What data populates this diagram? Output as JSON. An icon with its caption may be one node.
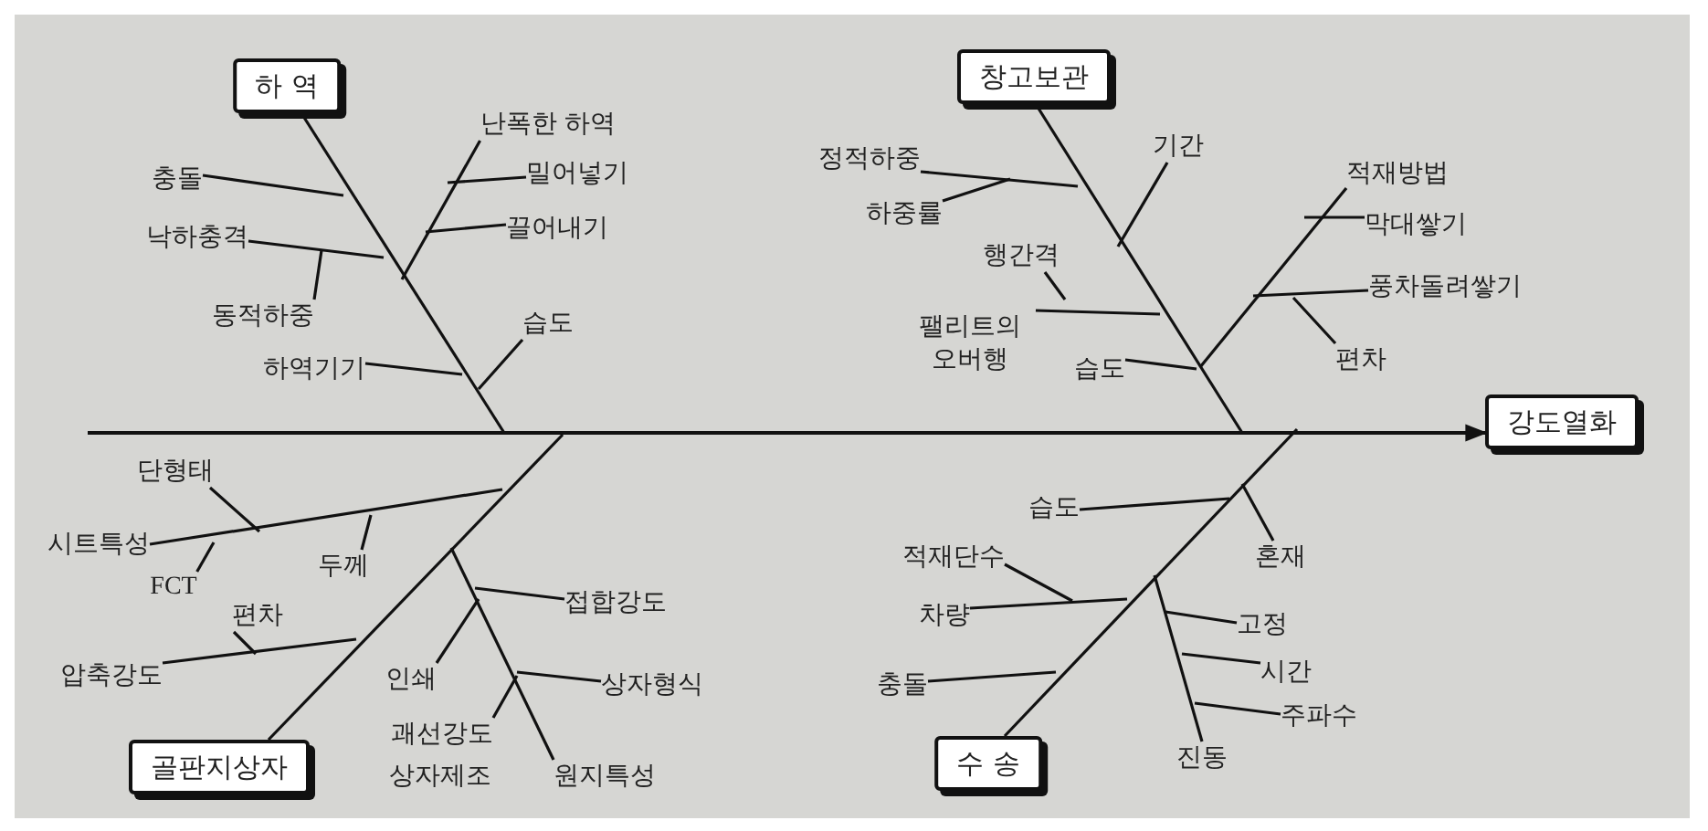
{
  "diagram": {
    "nodes": [
      {
        "text": [
          "하 역"
        ]
      },
      {
        "text": [
          "충돌"
        ]
      },
      {
        "text": [
          "난폭한 하역"
        ]
      },
      {
        "text": [
          "밀어넣기"
        ]
      },
      {
        "text": [
          "끌어내기"
        ]
      },
      {
        "text": [
          "낙하충격"
        ]
      },
      {
        "text": [
          "동적하중"
        ]
      },
      {
        "text": [
          "습도"
        ]
      },
      {
        "text": [
          "하역기기"
        ]
      },
      {
        "text": [
          "창고보관"
        ]
      },
      {
        "text": [
          "정적하중"
        ]
      },
      {
        "text": [
          "하중률"
        ]
      },
      {
        "text": [
          "기간"
        ]
      },
      {
        "text": [
          "행간격"
        ]
      },
      {
        "text": [
          "팰리트의 오버행"
        ]
      },
      {
        "text": [
          "습도"
        ]
      },
      {
        "text": [
          "적재방법"
        ]
      },
      {
        "text": [
          "막대쌓기"
        ]
      },
      {
        "text": [
          "풍차돌려쌓기"
        ]
      },
      {
        "text": [
          "편차"
        ]
      },
      {
        "text": [
          "강도열화"
        ]
      },
      {
        "text": [
          "단형태"
        ]
      },
      {
        "text": [
          "시트특성"
        ]
      },
      {
        "text": [
          "FCT"
        ]
      },
      {
        "text": [
          "두께"
        ]
      },
      {
        "text": [
          "편차"
        ]
      },
      {
        "text": [
          "압축강도"
        ]
      },
      {
        "text": [
          "접합강도"
        ]
      },
      {
        "text": [
          "인쇄"
        ]
      },
      {
        "text": [
          "상자형식"
        ]
      },
      {
        "text": [
          "괘선강도"
        ]
      },
      {
        "text": [
          "원지특성"
        ]
      },
      {
        "text": [
          "골판지상자"
        ]
      },
      {
        "text": [
          "습도"
        ]
      },
      {
        "text": [
          "혼재"
        ]
      },
      {
        "text": [
          "적재단수"
        ]
      },
      {
        "text": [
          "차량"
        ]
      },
      {
        "text": [
          "고정"
        ]
      },
      {
        "text": [
          "시간"
        ]
      },
      {
        "text": [
          "충돌"
        ]
      },
      {
        "text": [
          "주파수"
        ]
      },
      {
        "text": [
          "진동"
        ]
      },
      {
        "text": [
          "수 송"
        ]
      }
    ],
    "edges": [
      {
        "from": 0,
        "to": null,
        "arrow": "none"
      },
      {
        "from": 1,
        "to": null,
        "arrow": "none"
      },
      {
        "from": 2,
        "to": null,
        "arrow": "none"
      },
      {
        "from": 3,
        "to": null,
        "arrow": "none"
      },
      {
        "from": 4,
        "to": null,
        "arrow": "none"
      },
      {
        "from": 5,
        "to": null,
        "arrow": "none"
      },
      {
        "from": 6,
        "to": null,
        "arrow": "none"
      },
      {
        "from": 7,
        "to": null,
        "arrow": "none"
      },
      {
        "from": 8,
        "to": null,
        "arrow": "none"
      },
      {
        "from": 9,
        "to": null,
        "arrow": "none"
      },
      {
        "from": 10,
        "to": null,
        "arrow": "none"
      },
      {
        "from": 11,
        "to": null,
        "arrow": "none"
      },
      {
        "from": 12,
        "to": null,
        "arrow": "none"
      },
      {
        "from": 13,
        "to": null,
        "arrow": "none"
      },
      {
        "from": 14,
        "to": null,
        "arrow": "none"
      },
      {
        "from": 15,
        "to": null,
        "arrow": "none"
      },
      {
        "from": 16,
        "to": null,
        "arrow": "none"
      },
      {
        "from": 17,
        "to": null,
        "arrow": "none"
      },
      {
        "from": 18,
        "to": null,
        "arrow": "none"
      },
      {
        "from": 19,
        "to": null,
        "arrow": "none"
      },
      {
        "from": null,
        "to": 20,
        "arrow": "to"
      },
      {
        "from": 21,
        "to": null,
        "arrow": "none"
      },
      {
        "from": 22,
        "to": null,
        "arrow": "none"
      },
      {
        "from": 23,
        "to": null,
        "arrow": "none"
      },
      {
        "from": 24,
        "to": null,
        "arrow": "none"
      },
      {
        "from": 25,
        "to": null,
        "arrow": "none"
      },
      {
        "from": 26,
        "to": null,
        "arrow": "none"
      },
      {
        "from": 27,
        "to": null,
        "arrow": "none"
      },
      {
        "from": 28,
        "to": null,
        "arrow": "none"
      },
      {
        "from": 29,
        "to": null,
        "arrow": "none"
      },
      {
        "from": 30,
        "to": null,
        "arrow": "none"
      },
      {
        "from": 31,
        "to": null,
        "arrow": "none"
      },
      {
        "from": 32,
        "to": null,
        "arrow": "none"
      },
      {
        "from": 33,
        "to": null,
        "arrow": "none"
      },
      {
        "from": 34,
        "to": null,
        "arrow": "none"
      },
      {
        "from": 35,
        "to": null,
        "arrow": "none"
      },
      {
        "from": 36,
        "to": null,
        "arrow": "none"
      },
      {
        "from": 37,
        "to": null,
        "arrow": "none"
      },
      {
        "from": 38,
        "to": null,
        "arrow": "none"
      },
      {
        "from": 39,
        "to": null,
        "arrow": "none"
      },
      {
        "from": 40,
        "to": null,
        "arrow": "none"
      },
      {
        "from": 41,
        "to": null,
        "arrow": "none"
      },
      {
        "from": 42,
        "to": null,
        "arrow": "none"
      }
    ],
    "labels": [
      "상자제조"
    ]
  }
}
